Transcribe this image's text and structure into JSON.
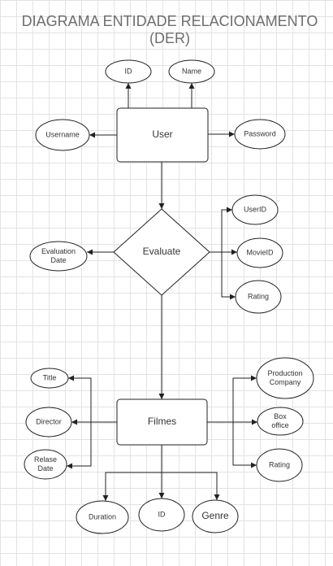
{
  "title": {
    "line1": "DIAGRAMA ENTIDADE RELACIONAMENTO",
    "line2": "(DER)"
  },
  "colors": {
    "title": "#6e6e6e",
    "stroke": "#222222",
    "fill": "#ffffff",
    "grid": "#e3e3e3",
    "text": "#333333"
  },
  "entities": [
    {
      "id": "user",
      "label": "User"
    },
    {
      "id": "filmes",
      "label": "Filmes"
    }
  ],
  "relationships": [
    {
      "id": "evaluate",
      "label": "Evaluate"
    }
  ],
  "attributes": [
    {
      "id": "user-id",
      "owner": "user",
      "label": [
        "ID"
      ]
    },
    {
      "id": "user-name",
      "owner": "user",
      "label": [
        "Name"
      ]
    },
    {
      "id": "user-username",
      "owner": "user",
      "label": [
        "Username"
      ]
    },
    {
      "id": "user-password",
      "owner": "user",
      "label": [
        "Password"
      ]
    },
    {
      "id": "eval-userid",
      "owner": "evaluate",
      "label": [
        "UserID"
      ]
    },
    {
      "id": "eval-movieid",
      "owner": "evaluate",
      "label": [
        "MovieID"
      ]
    },
    {
      "id": "eval-rating",
      "owner": "evaluate",
      "label": [
        "Rating"
      ]
    },
    {
      "id": "eval-date",
      "owner": "evaluate",
      "label": [
        "Evaluation",
        "Date"
      ]
    },
    {
      "id": "film-title",
      "owner": "filmes",
      "label": [
        "Title"
      ]
    },
    {
      "id": "film-director",
      "owner": "filmes",
      "label": [
        "Director"
      ]
    },
    {
      "id": "film-release",
      "owner": "filmes",
      "label": [
        "Relase",
        "Date"
      ]
    },
    {
      "id": "film-production",
      "owner": "filmes",
      "label": [
        "Production",
        "Company"
      ]
    },
    {
      "id": "film-boxoffice",
      "owner": "filmes",
      "label": [
        "Box",
        "office"
      ]
    },
    {
      "id": "film-rating",
      "owner": "filmes",
      "label": [
        "Rating"
      ]
    },
    {
      "id": "film-duration",
      "owner": "filmes",
      "label": [
        "Duration"
      ]
    },
    {
      "id": "film-id",
      "owner": "filmes",
      "label": [
        "ID"
      ]
    },
    {
      "id": "film-genre",
      "owner": "filmes",
      "label": [
        "Genre"
      ]
    }
  ],
  "connections": [
    {
      "from": "user",
      "to": "user-id"
    },
    {
      "from": "user",
      "to": "user-name"
    },
    {
      "from": "user",
      "to": "user-username"
    },
    {
      "from": "user",
      "to": "user-password"
    },
    {
      "from": "user",
      "to": "evaluate"
    },
    {
      "from": "evaluate",
      "to": "eval-date"
    },
    {
      "from": "evaluate",
      "to": "eval-userid"
    },
    {
      "from": "evaluate",
      "to": "eval-movieid"
    },
    {
      "from": "evaluate",
      "to": "eval-rating"
    },
    {
      "from": "evaluate",
      "to": "filmes"
    },
    {
      "from": "filmes",
      "to": "film-title"
    },
    {
      "from": "filmes",
      "to": "film-director"
    },
    {
      "from": "filmes",
      "to": "film-release"
    },
    {
      "from": "filmes",
      "to": "film-production"
    },
    {
      "from": "filmes",
      "to": "film-boxoffice"
    },
    {
      "from": "filmes",
      "to": "film-rating"
    },
    {
      "from": "filmes",
      "to": "film-duration"
    },
    {
      "from": "filmes",
      "to": "film-id"
    },
    {
      "from": "filmes",
      "to": "film-genre"
    }
  ]
}
